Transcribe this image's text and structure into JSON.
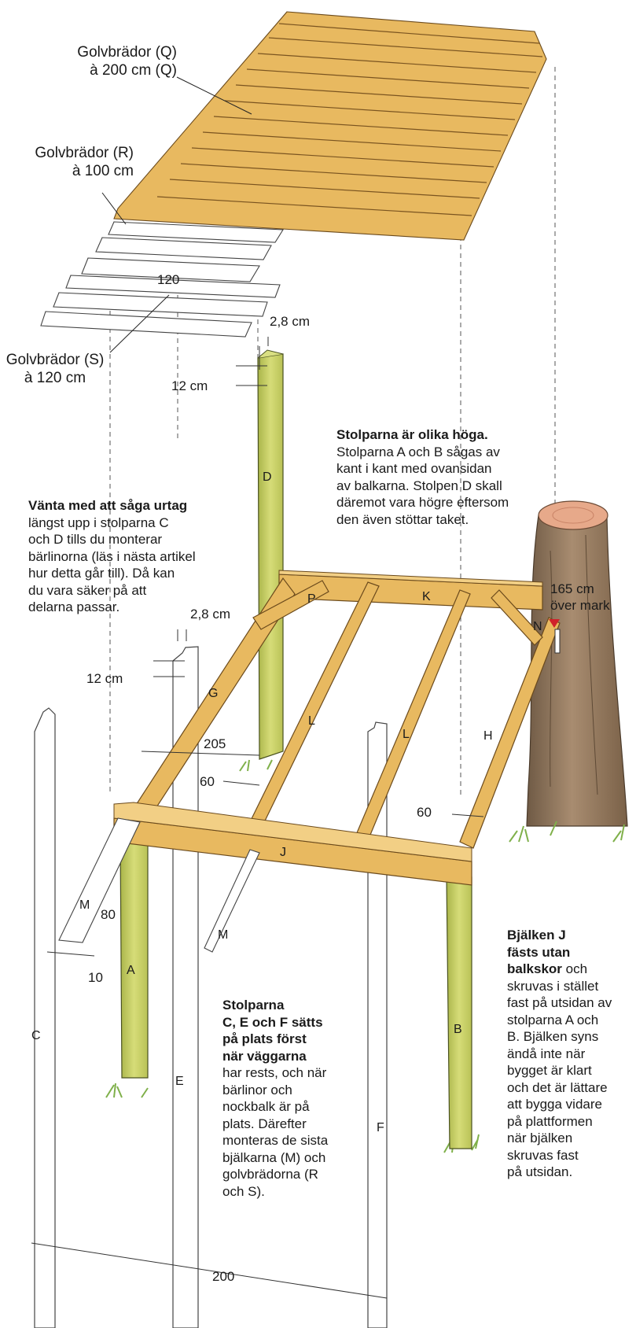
{
  "labels": {
    "golv_q_1": "Golvbrädor (Q)",
    "golv_q_2": "à 200 cm (Q)",
    "golv_r_1": "Golvbrädor (R)",
    "golv_r_2": "à 100 cm",
    "golv_s_1": "Golvbrädor (S)",
    "golv_s_2": "à 120 cm",
    "dim_120": "120",
    "dim_28_top": "2,8 cm",
    "dim_12_top": "12 cm",
    "dim_28_mid": "2,8 cm",
    "dim_12_mid": "12 cm",
    "dim_205": "205",
    "dim_60_left": "60",
    "dim_60_right": "60",
    "dim_80": "80",
    "dim_10": "10",
    "dim_200": "200",
    "height_1": "165 cm",
    "height_2": "över mark"
  },
  "parts": {
    "A": "A",
    "B": "B",
    "C": "C",
    "D": "D",
    "E": "E",
    "F": "F",
    "G": "G",
    "H": "H",
    "J": "J",
    "K": "K",
    "L1": "L",
    "L2": "L",
    "M1": "M",
    "M2": "M",
    "N": "N",
    "P": "P"
  },
  "notes": {
    "heights": {
      "title": "Stolparna är olika höga.",
      "lines": [
        "Stolparna A och B sågas av",
        "kant i kant med ovansidan",
        "av balkarna. Stolpen D skall",
        "däremot vara högre eftersom",
        "den även stöttar taket."
      ]
    },
    "urtag": {
      "title": "Vänta med att såga urtag",
      "lines": [
        "längst upp i stolparna C",
        "och D tills du monterar",
        "bärlinorna (läs i nästa artikel",
        "hur detta går till). Då kan",
        "du vara säker på att",
        "delarna passar."
      ]
    },
    "cef": {
      "title_lines": [
        "Stolparna",
        "C, E och F sätts",
        "på plats först",
        "när väggarna"
      ],
      "lines": [
        "har rests, och när",
        "bärlinor och",
        "nockbalk är på",
        "plats. Därefter",
        "monteras de sista",
        "bjälkarna (M) och",
        "golvbrädorna (R",
        "och S)."
      ]
    },
    "j": {
      "title_lines": [
        "Bjälken J",
        "fästs utan"
      ],
      "mixed_bold": "balkskor",
      "mixed_rest": " och",
      "lines": [
        "skruvas i stället",
        "fast på utsidan av",
        "stolparna A och",
        "B. Bjälken syns",
        "ändå inte när",
        "bygget är klart",
        "och det är lättare",
        "att bygga vidare",
        "på plattformen",
        "när bjälken",
        "skruvas fast",
        "på utsidan."
      ]
    }
  },
  "colors": {
    "wood": "#e8b960",
    "wood_dark": "#c98a2e",
    "post": "#c8cf62",
    "post_dark": "#8f9a32",
    "trunk": "#9c7d60",
    "trunk_top": "#e7a98a",
    "grass": "#7fb04a",
    "marker": "#d0202a"
  }
}
